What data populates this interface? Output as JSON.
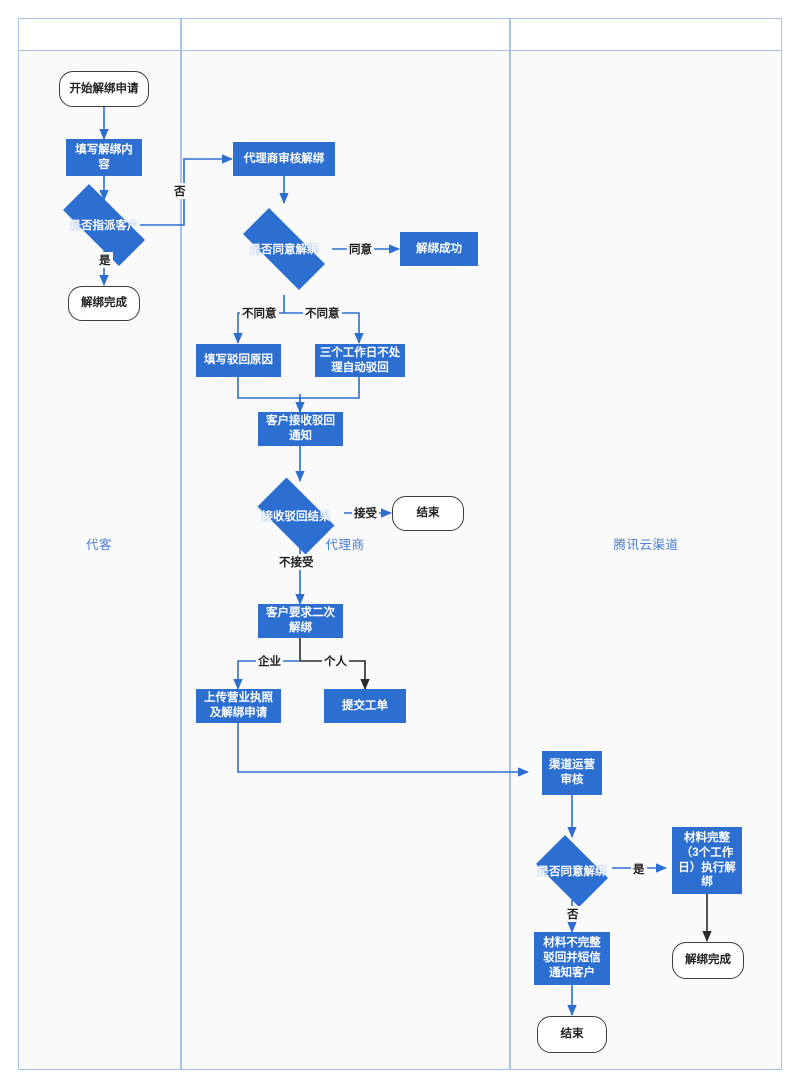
{
  "diagram": {
    "title_visible": false,
    "colors": {
      "process_fill": "#2d6fd1",
      "lane_border": "#a8c3ea",
      "lane_header_text": "#4a7fd1",
      "edge_blue": "#2d6fd1",
      "edge_dark": "#2b2b2b",
      "terminator_border": "#3d3d3d",
      "body_bg": "#fafafa"
    },
    "lanes": [
      {
        "id": "lane-customer",
        "label": "代客"
      },
      {
        "id": "lane-agent",
        "label": "代理商"
      },
      {
        "id": "lane-tencent",
        "label": "腾讯云渠道"
      }
    ],
    "nodes": [
      {
        "id": "n1",
        "lane": "lane-customer",
        "type": "terminator",
        "label": "开始解绑申请"
      },
      {
        "id": "n2",
        "lane": "lane-customer",
        "type": "process",
        "label": "填写解绑内容"
      },
      {
        "id": "n3",
        "lane": "lane-customer",
        "type": "decision",
        "label": "是否指派客户"
      },
      {
        "id": "n4",
        "lane": "lane-customer",
        "type": "terminator",
        "label": "解绑完成"
      },
      {
        "id": "n5",
        "lane": "lane-agent",
        "type": "process",
        "label": "代理商审核解绑"
      },
      {
        "id": "n6",
        "lane": "lane-agent",
        "type": "decision",
        "label": "是否同意解绑"
      },
      {
        "id": "n7",
        "lane": "lane-agent",
        "type": "process",
        "label": "解绑成功"
      },
      {
        "id": "n8",
        "lane": "lane-agent",
        "type": "process",
        "label": "填写驳回原因"
      },
      {
        "id": "n9",
        "lane": "lane-agent",
        "type": "process",
        "label": "三个工作日不处理自动驳回"
      },
      {
        "id": "n10",
        "lane": "lane-agent",
        "type": "process",
        "label": "客户接收驳回通知"
      },
      {
        "id": "n11",
        "lane": "lane-agent",
        "type": "decision",
        "label": "接收驳回结果"
      },
      {
        "id": "n12",
        "lane": "lane-agent",
        "type": "terminator",
        "label": "结束"
      },
      {
        "id": "n13",
        "lane": "lane-agent",
        "type": "process",
        "label": "客户要求二次解绑"
      },
      {
        "id": "n14",
        "lane": "lane-agent",
        "type": "process",
        "label": "上传营业执照及解绑申请"
      },
      {
        "id": "n15",
        "lane": "lane-agent",
        "type": "process",
        "label": "提交工单"
      },
      {
        "id": "n16",
        "lane": "lane-tencent",
        "type": "process",
        "label": "渠道运营审核"
      },
      {
        "id": "n17",
        "lane": "lane-tencent",
        "type": "decision",
        "label": "是否同意解绑"
      },
      {
        "id": "n18",
        "lane": "lane-tencent",
        "type": "process",
        "label": "材料完整（3个工作日）执行解绑"
      },
      {
        "id": "n19",
        "lane": "lane-tencent",
        "type": "process",
        "label": "材料不完整驳回并短信通知客户"
      },
      {
        "id": "n20",
        "lane": "lane-tencent",
        "type": "terminator",
        "label": "解绑完成"
      },
      {
        "id": "n21",
        "lane": "lane-tencent",
        "type": "terminator",
        "label": "结束"
      }
    ],
    "edge_labels": [
      {
        "id": "el1",
        "label": "否",
        "from": "n3",
        "to": "n5"
      },
      {
        "id": "el2",
        "label": "是",
        "from": "n3",
        "to": "n4"
      },
      {
        "id": "el3",
        "label": "同意",
        "from": "n6",
        "to": "n7"
      },
      {
        "id": "el4",
        "label": "不同意",
        "from": "n6",
        "to": "n8"
      },
      {
        "id": "el5",
        "label": "不同意",
        "from": "n6",
        "to": "n9"
      },
      {
        "id": "el6",
        "label": "接受",
        "from": "n11",
        "to": "n12"
      },
      {
        "id": "el7",
        "label": "不接受",
        "from": "n11",
        "to": "n13"
      },
      {
        "id": "el8",
        "label": "企业",
        "from": "n13",
        "to": "n14"
      },
      {
        "id": "el9",
        "label": "个人",
        "from": "n13",
        "to": "n15"
      },
      {
        "id": "el10",
        "label": "是",
        "from": "n17",
        "to": "n18"
      },
      {
        "id": "el11",
        "label": "否",
        "from": "n17",
        "to": "n19"
      }
    ]
  }
}
